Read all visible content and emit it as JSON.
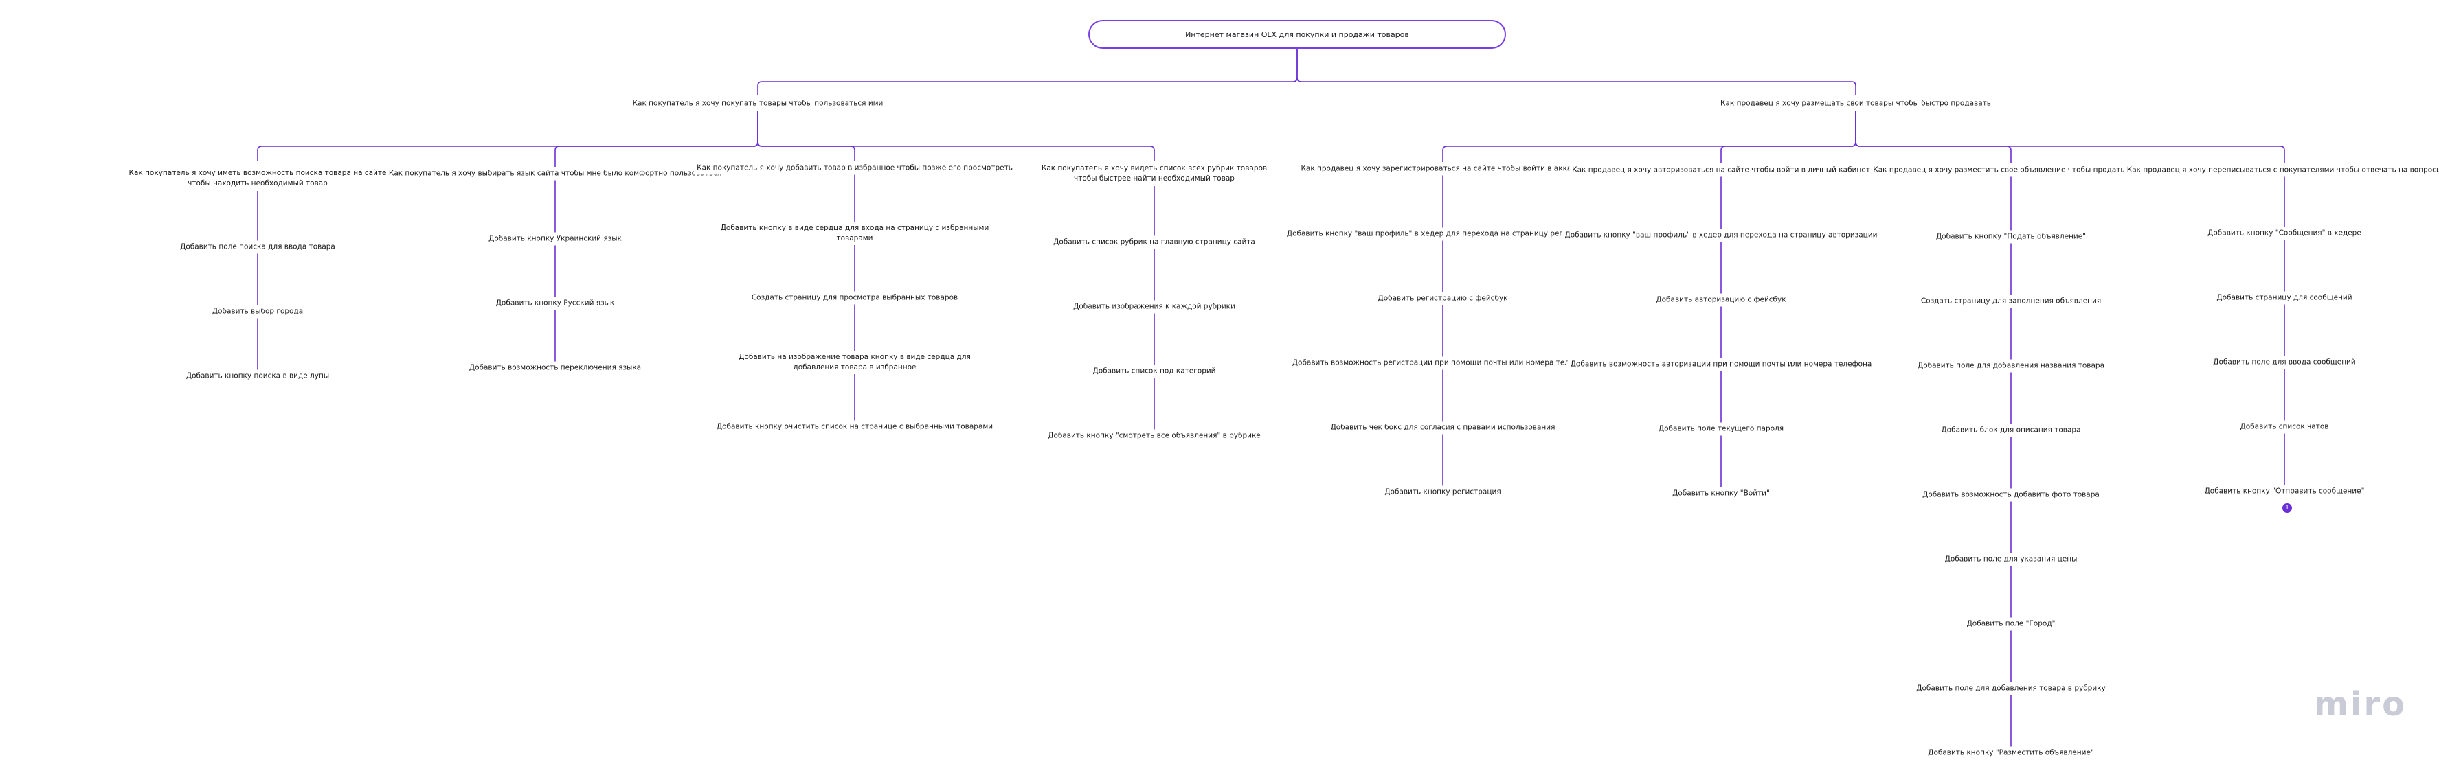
{
  "root": "Интернет магазин OLX для покупки и продажи товаров",
  "colors": {
    "line": "#6a2fd6",
    "root_border": "#7a3ee6",
    "logo": "#c9cbd6",
    "badge": "#6a2fd6"
  },
  "branches": [
    {
      "label": "Как покупатель я хочу покупать товары чтобы пользоваться ими",
      "stories": [
        {
          "label": "Как покупатель я хочу иметь возможность поиска товара на сайте чтобы находить необходимый товар",
          "tasks": [
            "Добавить поле поиска для ввода товара",
            "Добавить выбор города",
            "Добавить кнопку поиска в виде лупы"
          ]
        },
        {
          "label": "Как покупатель я хочу выбирать язык сайта чтобы мне было комфортно пользоваться",
          "tasks": [
            "Добавить кнопку Украинский язык",
            "Добавить кнопку Русский язык",
            "Добавить возможность переключения языка"
          ]
        },
        {
          "label": "Как покупатель я хочу добавить товар в избранное чтобы позже его просмотреть",
          "tasks": [
            "Добавить кнопку в виде сердца для входа на страницу с избранными товарами",
            "Создать страницу для просмотра выбранных товаров",
            "Добавить на изображение товара кнопку в виде сердца для добавления товара в избранное",
            "Добавить кнопку очистить список на странице с выбранными товарами"
          ]
        },
        {
          "label": "Как покупатель я хочу видеть список всех рубрик товаров чтобы быстрее найти необходимый товар",
          "tasks": [
            "Добавить список рубрик на главную страницу сайта",
            "Добавить изображения к каждой рубрики",
            "Добавить список под категорий",
            "Добавить кнопку \"смотреть все объявления\" в рубрике"
          ]
        }
      ]
    },
    {
      "label": "Как продавец я хочу размещать свои товары чтобы быстро продавать",
      "stories": [
        {
          "label": "Как продавец я хочу зарегистрироваться на сайте чтобы войти в аккаунт",
          "tasks": [
            "Добавить кнопку \"ваш профиль\" в хедер для перехода на страницу регистрация",
            "Добавить регистрацию с фейсбук",
            "Добавить возможность регистрации при помощи почты или номера телефона",
            "Добавить чек бокс для согласия с правами использования",
            "Добавить кнопку регистрация"
          ]
        },
        {
          "label": "Как продавец я хочу авторизоваться на сайте чтобы войти в личный кабинет",
          "tasks": [
            "Добавить кнопку \"ваш профиль\" в хедер для перехода на страницу авторизации",
            "Добавить авторизацию с фейсбук",
            "Добавить возможность авторизации при помощи почты или номера телефона",
            "Добавить поле текущего пароля",
            "Добавить кнопку \"Войти\""
          ]
        },
        {
          "label": "Как продавец я хочу разместить свое объявление чтобы продать товар",
          "tasks": [
            "Добавить кнопку \"Подать объявление\"",
            "Создать страницу для заполнения объявления",
            "Добавить поле для добавления названия товара",
            "Добавить блок для описания товара",
            "Добавить возможность добавить фото товара",
            "Добавить поле для указания цены",
            "Добавить поле \"Город\"",
            "Добавить поле для добавления товара в рубрику",
            "Добавить кнопку \"Разместить объявление\""
          ]
        },
        {
          "label": "Как продавец я хочу переписываться с покупателями чтобы отвечать на вопросы",
          "tasks": [
            "Добавить кнопку \"Сообщения\" в хедере",
            "Добавить страницу для сообщений",
            "Добавить поле для ввода сообщений",
            "Добавить список чатов",
            "Добавить кнопку \"Отправить сообщение\""
          ]
        }
      ]
    }
  ],
  "badge_count": "1",
  "logo": "miro"
}
